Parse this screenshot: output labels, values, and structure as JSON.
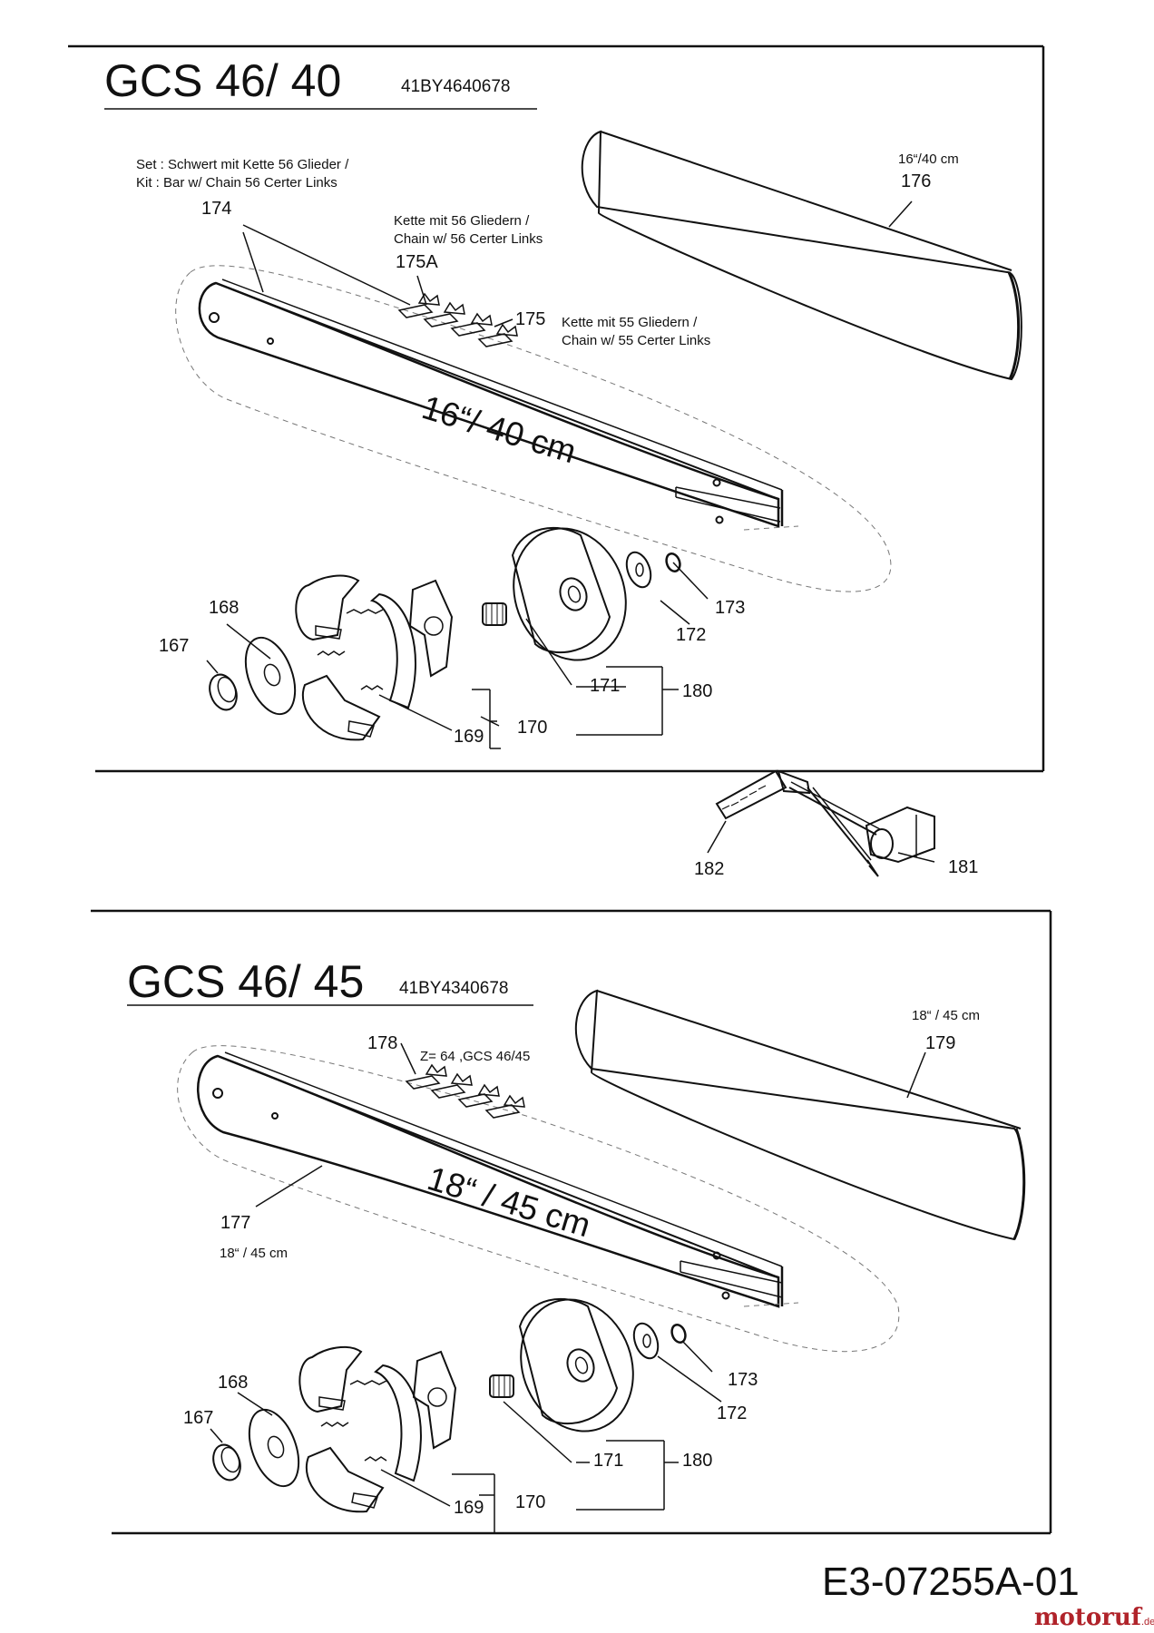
{
  "upper": {
    "model": "GCS 46/ 40",
    "code": "41BY4640678",
    "set_note_line1": "Set : Schwert mit Kette 56 Glieder /",
    "set_note_line2": "Kit : Bar  w/ Chain 56 Certer Links",
    "chain56_line1": "Kette mit 56 Gliedern /",
    "chain56_line2": "Chain w/ 56 Certer Links",
    "chain55_line1": "Kette mit 55 Gliedern /",
    "chain55_line2": "Chain w/ 55 Certer Links",
    "bar_size_note": "16“/40 cm",
    "bar_text": "16“/ 40 cm",
    "parts": {
      "p174": "174",
      "p175a": "175A",
      "p175": "175",
      "p176": "176",
      "p168": "168",
      "p167": "167",
      "p169": "169",
      "p170": "170",
      "p171": "171",
      "p180": "180",
      "p172": "172",
      "p173": "173"
    }
  },
  "tools": {
    "p182": "182",
    "p181": "181"
  },
  "lower": {
    "model": "GCS 46/ 45",
    "code": "41BY4340678",
    "z_note": "Z= 64 ,GCS 46/45",
    "bar_size_note": "18“ /  45 cm",
    "bar_size_note2": "18“ /  45 cm",
    "bar_text": "18“ /  45 cm",
    "parts": {
      "p178": "178",
      "p179": "179",
      "p177": "177",
      "p168": "168",
      "p167": "167",
      "p169": "169",
      "p170": "170",
      "p171": "171",
      "p180": "180",
      "p172": "172",
      "p173": "173"
    }
  },
  "footer": {
    "drawing_no": "E3-07255A-01",
    "brand": "motoruf",
    "brand_tld": ".de"
  }
}
